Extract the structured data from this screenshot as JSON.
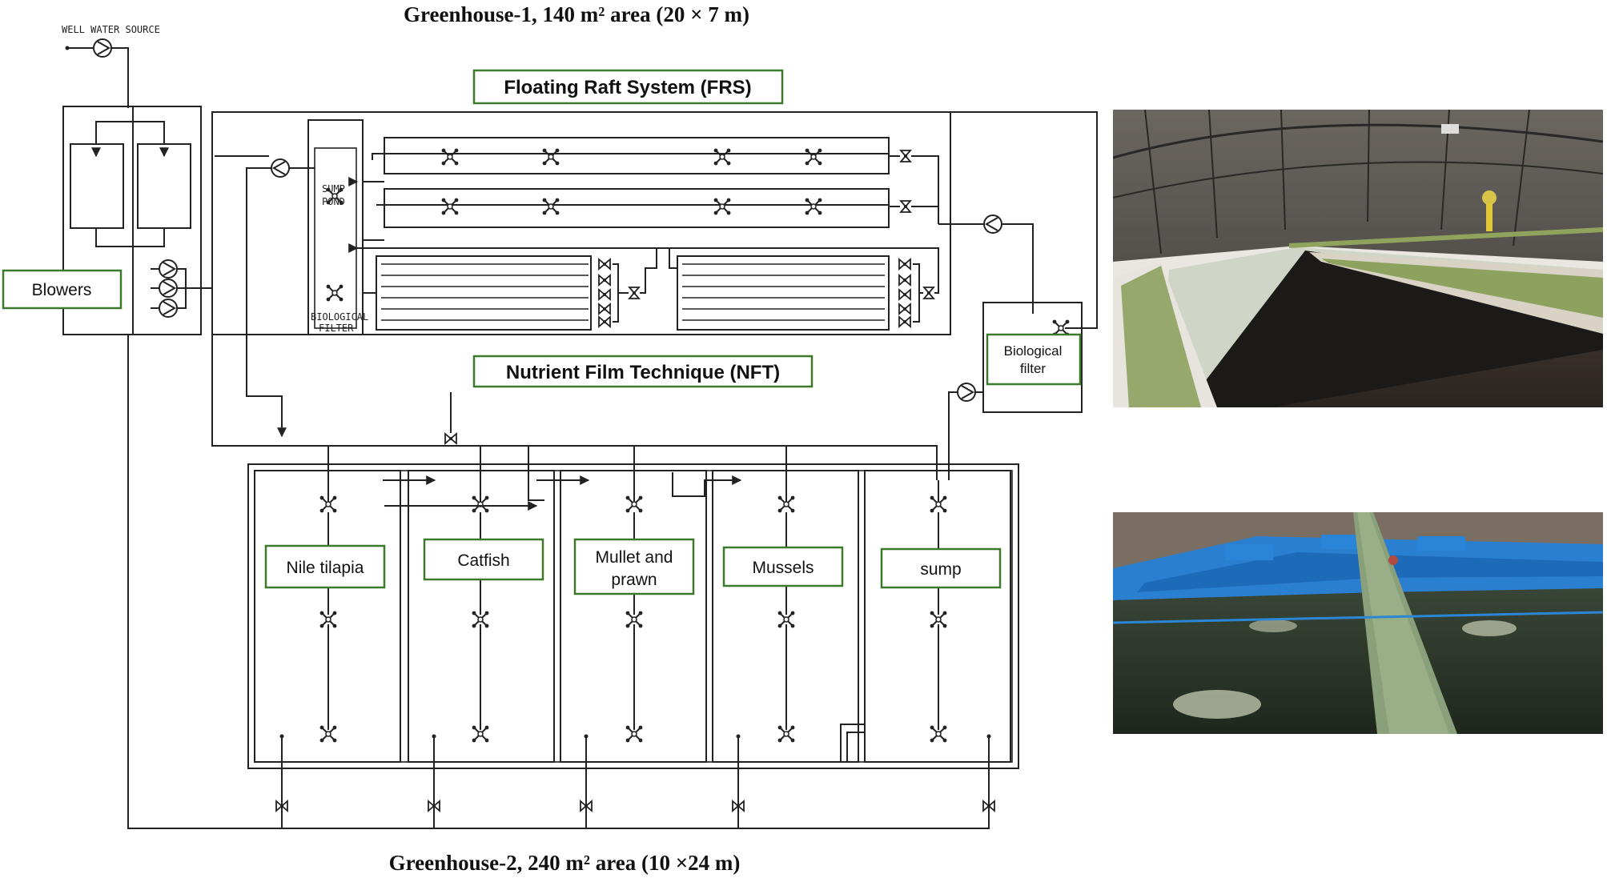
{
  "titles": {
    "greenhouse1": "Greenhouse-1, 140 m² area (20 × 7 m)",
    "greenhouse2": "Greenhouse-2, 240 m² area (10  ×24 m)"
  },
  "labels": {
    "well_water_source": "WELL WATER SOURCE",
    "blowers": "Blowers",
    "frs": "Floating Raft System (FRS)",
    "nft": "Nutrient Film Technique (NFT)",
    "sump_pond_1": "SUMP",
    "sump_pond_2": "POND",
    "bio_filter_small_1": "BIOLOGICAL",
    "bio_filter_small_2": "FILTER",
    "biological_filter_1": "Biological",
    "biological_filter_2": "filter"
  },
  "tanks": [
    {
      "label_1": "Nile tilapia",
      "label_2": ""
    },
    {
      "label_1": "Catfish",
      "label_2": ""
    },
    {
      "label_1": "Mullet and",
      "label_2": "prawn"
    },
    {
      "label_1": "Mussels",
      "label_2": ""
    },
    {
      "label_1": "sump",
      "label_2": ""
    }
  ],
  "colors": {
    "label_border": "#3b7a2a",
    "pipe": "#222222",
    "tank_water": "#2f3a2a",
    "tank_wall": "#1f6fbf",
    "greenhouse_roof": "#5a5650"
  },
  "icons": [
    "pump-icon",
    "valve-icon",
    "diffuser-icon"
  ]
}
